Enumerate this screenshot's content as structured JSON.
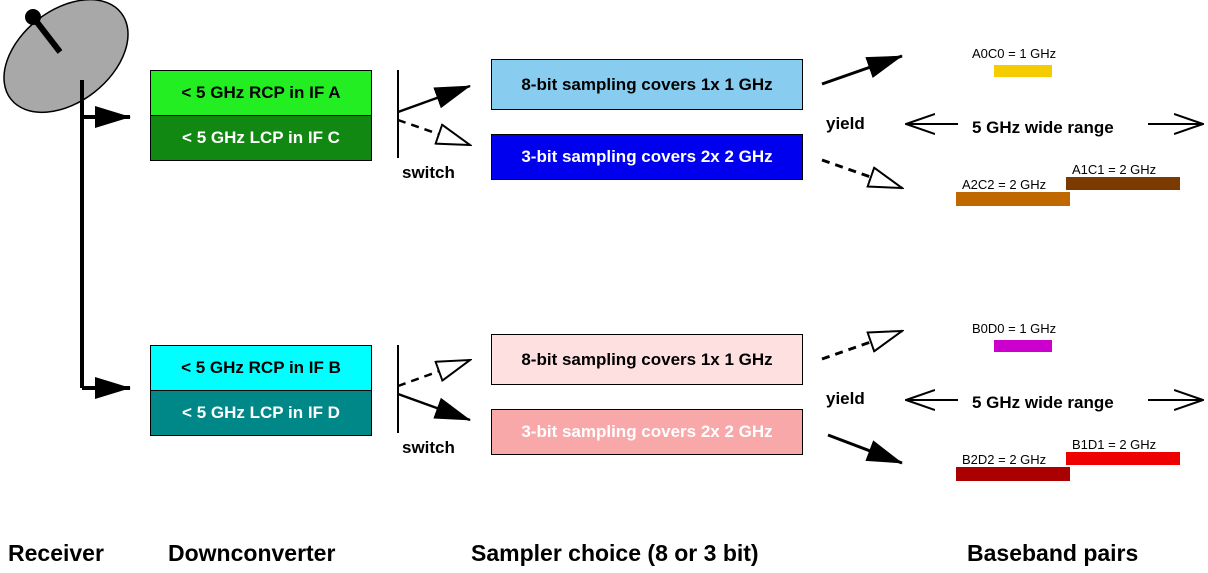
{
  "footer": {
    "receiver": "Receiver",
    "downconverter": "Downconverter",
    "sampler": "Sampler choice (8 or 3 bit)",
    "baseband": "Baseband pairs"
  },
  "top": {
    "if1": "< 5 GHz RCP in IF A",
    "if2": "< 5 GHz LCP in IF C",
    "switch": "switch",
    "sampler1": "8-bit sampling covers 1x 1 GHz",
    "sampler2": "3-bit sampling covers 2x 2 GHz",
    "yield": "yield",
    "range": "5 GHz wide range",
    "bb_narrow": "A0C0 = 1 GHz",
    "bb_low": "A2C2 = 2 GHz",
    "bb_high": "A1C1 = 2 GHz"
  },
  "bottom": {
    "if1": "< 5 GHz RCP in IF B",
    "if2": "< 5 GHz LCP in IF D",
    "switch": "switch",
    "sampler1": "8-bit sampling covers 1x 1 GHz",
    "sampler2": "3-bit sampling covers 2x 2 GHz",
    "yield": "yield",
    "range": "5 GHz wide range",
    "bb_narrow": "B0D0 = 1 GHz",
    "bb_low": "B2D2 = 2 GHz",
    "bb_high": "B1D1 = 2 GHz"
  },
  "colors": {
    "ifA": "#22ee22",
    "ifC": "#118811",
    "ifB": "#00ffff",
    "ifD": "#008888",
    "s8top": "#88ccf0",
    "s3top": "#0000ee",
    "s8bot": "#ffe0e0",
    "s3bot": "#f8a8a8",
    "A0C0": "#f4cc00",
    "A2C2": "#c06800",
    "A1C1": "#7a3a00",
    "B0D0": "#cc00cc",
    "B2D2": "#aa0000",
    "B1D1": "#ee0000"
  }
}
